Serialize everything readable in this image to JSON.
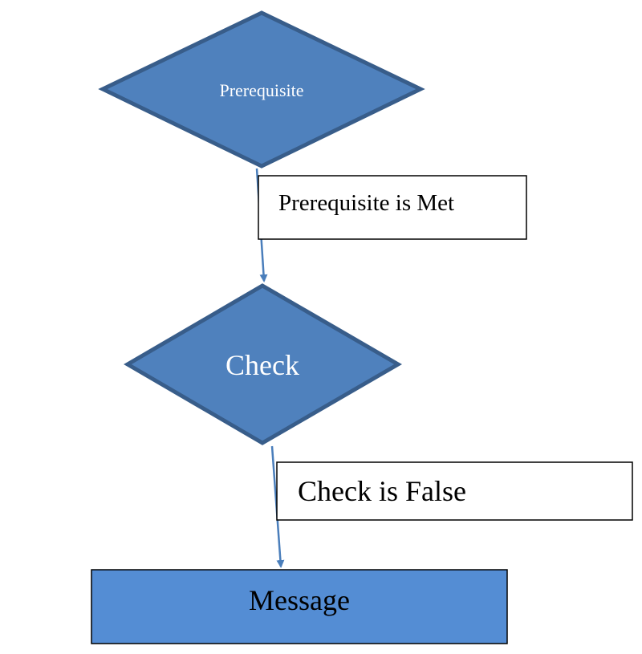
{
  "diagram": {
    "nodes": {
      "prerequisite": {
        "label": "Prerequisite"
      },
      "check": {
        "label": "Check"
      },
      "message": {
        "label": "Message"
      }
    },
    "edge_labels": {
      "prerequisite_met": "Prerequisite is Met",
      "check_false": "Check is False"
    }
  },
  "colors": {
    "diamond_fill": "#4f81bd",
    "diamond_stroke": "#385d8a",
    "box_fill": "#548dd4",
    "connector": "#4a7ebb",
    "label_text_light": "#ffffff",
    "label_text_dark": "#000000"
  }
}
